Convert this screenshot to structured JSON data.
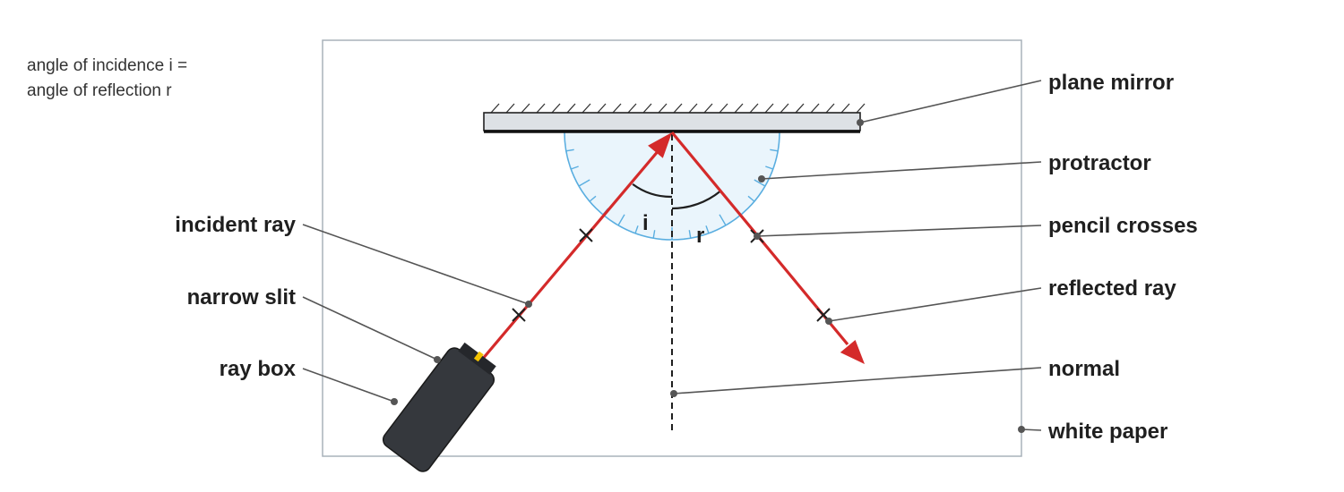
{
  "note": {
    "line1": "angle of incidence i =",
    "line2": "angle of reflection r"
  },
  "labels": {
    "plane_mirror": "plane mirror",
    "protractor": "protractor",
    "pencil_crosses": "pencil crosses",
    "reflected_ray": "reflected ray",
    "normal": "normal",
    "white_paper": "white paper",
    "incident_ray": "incident ray",
    "narrow_slit": "narrow slit",
    "ray_box": "ray box"
  },
  "angles": {
    "incidence": "i",
    "reflection": "r"
  },
  "colors": {
    "ray": "#d42a2a",
    "protractor_stroke": "#5aaee0",
    "protractor_fill": "#eaf5fc",
    "ray_box": "#35383d",
    "slit": "#f2c200",
    "paper_border": "#a9b2ba",
    "leader": "#555555"
  }
}
